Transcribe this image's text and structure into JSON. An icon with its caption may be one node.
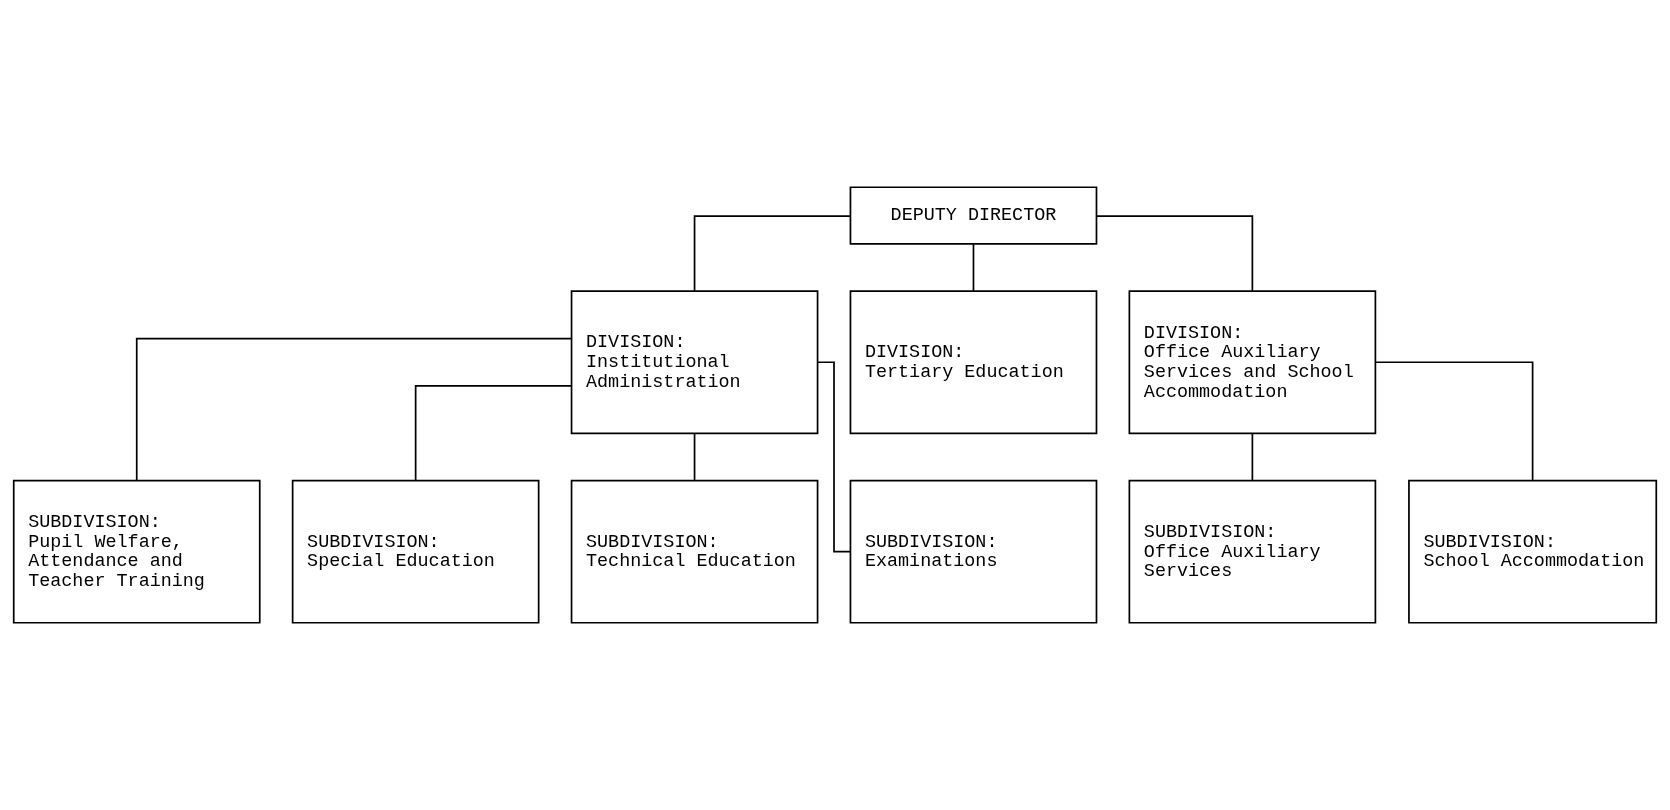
{
  "diagram": {
    "nodes": [
      {
        "text": [
          "DEPUTY DIRECTOR"
        ]
      },
      {
        "text": [
          "DIVISION:",
          "Institutional Administration"
        ]
      },
      {
        "text": [
          "DIVISION:",
          "Tertiary Education"
        ]
      },
      {
        "text": [
          "DIVISION:",
          "Office Auxiliary Services and School Accommodation"
        ]
      },
      {
        "text": [
          "SUBDIVISION:",
          "Pupil Welfare, Attendance and Teacher Training"
        ]
      },
      {
        "text": [
          "SUBDIVISION:",
          "Special Education"
        ]
      },
      {
        "text": [
          "SUBDIVISION:",
          "Technical Education"
        ]
      },
      {
        "text": [
          "SUBDIVISION:",
          "Examinations"
        ]
      },
      {
        "text": [
          "SUBDIVISION:",
          "Office Auxiliary Services"
        ]
      },
      {
        "text": [
          "SUBDIVISION:",
          "School Accommodation"
        ]
      }
    ],
    "edges": [
      {
        "from": 0,
        "to": 1,
        "arrow": "none"
      },
      {
        "from": 0,
        "to": 2,
        "arrow": "none"
      },
      {
        "from": 0,
        "to": 3,
        "arrow": "none"
      },
      {
        "from": 1,
        "to": 4,
        "arrow": "none"
      },
      {
        "from": 1,
        "to": 5,
        "arrow": "none"
      },
      {
        "from": 1,
        "to": 6,
        "arrow": "none"
      },
      {
        "from": 1,
        "to": 7,
        "arrow": "none"
      },
      {
        "from": 3,
        "to": 8,
        "arrow": "none"
      },
      {
        "from": 3,
        "to": 9,
        "arrow": "none"
      }
    ]
  }
}
